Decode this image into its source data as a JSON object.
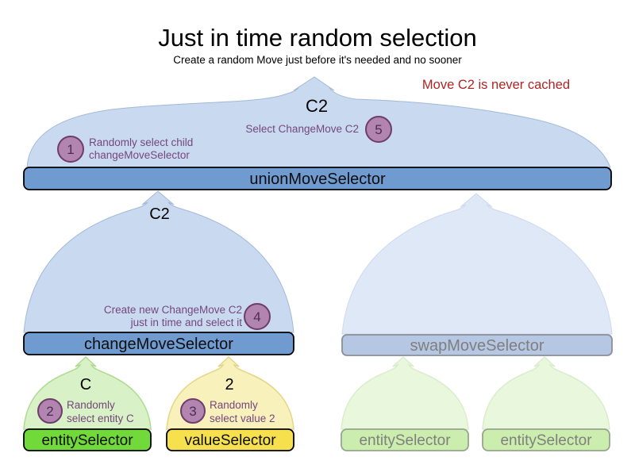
{
  "header": {
    "title": "Just in time random selection",
    "subtitle": "Create a random Move just before it's needed and no sooner",
    "note": "Move C2 is never cached"
  },
  "union_selector": {
    "label": "unionMoveSelector",
    "move_label": "C2",
    "step1": {
      "num": "1",
      "line1": "Randomly select child",
      "line2": "changeMoveSelector"
    },
    "step5": {
      "num": "5",
      "text": "Select ChangeMove C2"
    }
  },
  "change_selector": {
    "label": "changeMoveSelector",
    "move_label": "C2",
    "step4": {
      "num": "4",
      "line1": "Create new ChangeMove C2",
      "line2": "just in time and select it"
    }
  },
  "swap_selector": {
    "label": "swapMoveSelector"
  },
  "entity_selector": {
    "label": "entitySelector",
    "item_label": "C",
    "step2": {
      "num": "2",
      "line1": "Randomly",
      "line2": "select entity C"
    }
  },
  "value_selector": {
    "label": "valueSelector",
    "item_label": "2",
    "step3": {
      "num": "3",
      "line1": "Randomly",
      "line2": "select value 2"
    }
  },
  "faded_entity_selector_1": {
    "label": "entitySelector"
  },
  "faded_entity_selector_2": {
    "label": "entitySelector"
  },
  "colors": {
    "funnel_blue": "#c9daf0",
    "funnel_faded_blue": "#dfe8f6",
    "funnel_green": "#d8f1c6",
    "funnel_yellow": "#f8f1bc",
    "bar_blue": "#6f9bd1",
    "bar_swap_faded": "#b5c7e3",
    "bar_green": "#71da3a",
    "bar_yellow": "#f6e04d",
    "bar_green_faded": "#cbedae",
    "badge_fill": "#b285b1",
    "badge_border": "#6e3c6b",
    "annotation_purple": "#74477c",
    "note_red": "#b02424",
    "faded_text_gray": "#7f7f7f"
  }
}
